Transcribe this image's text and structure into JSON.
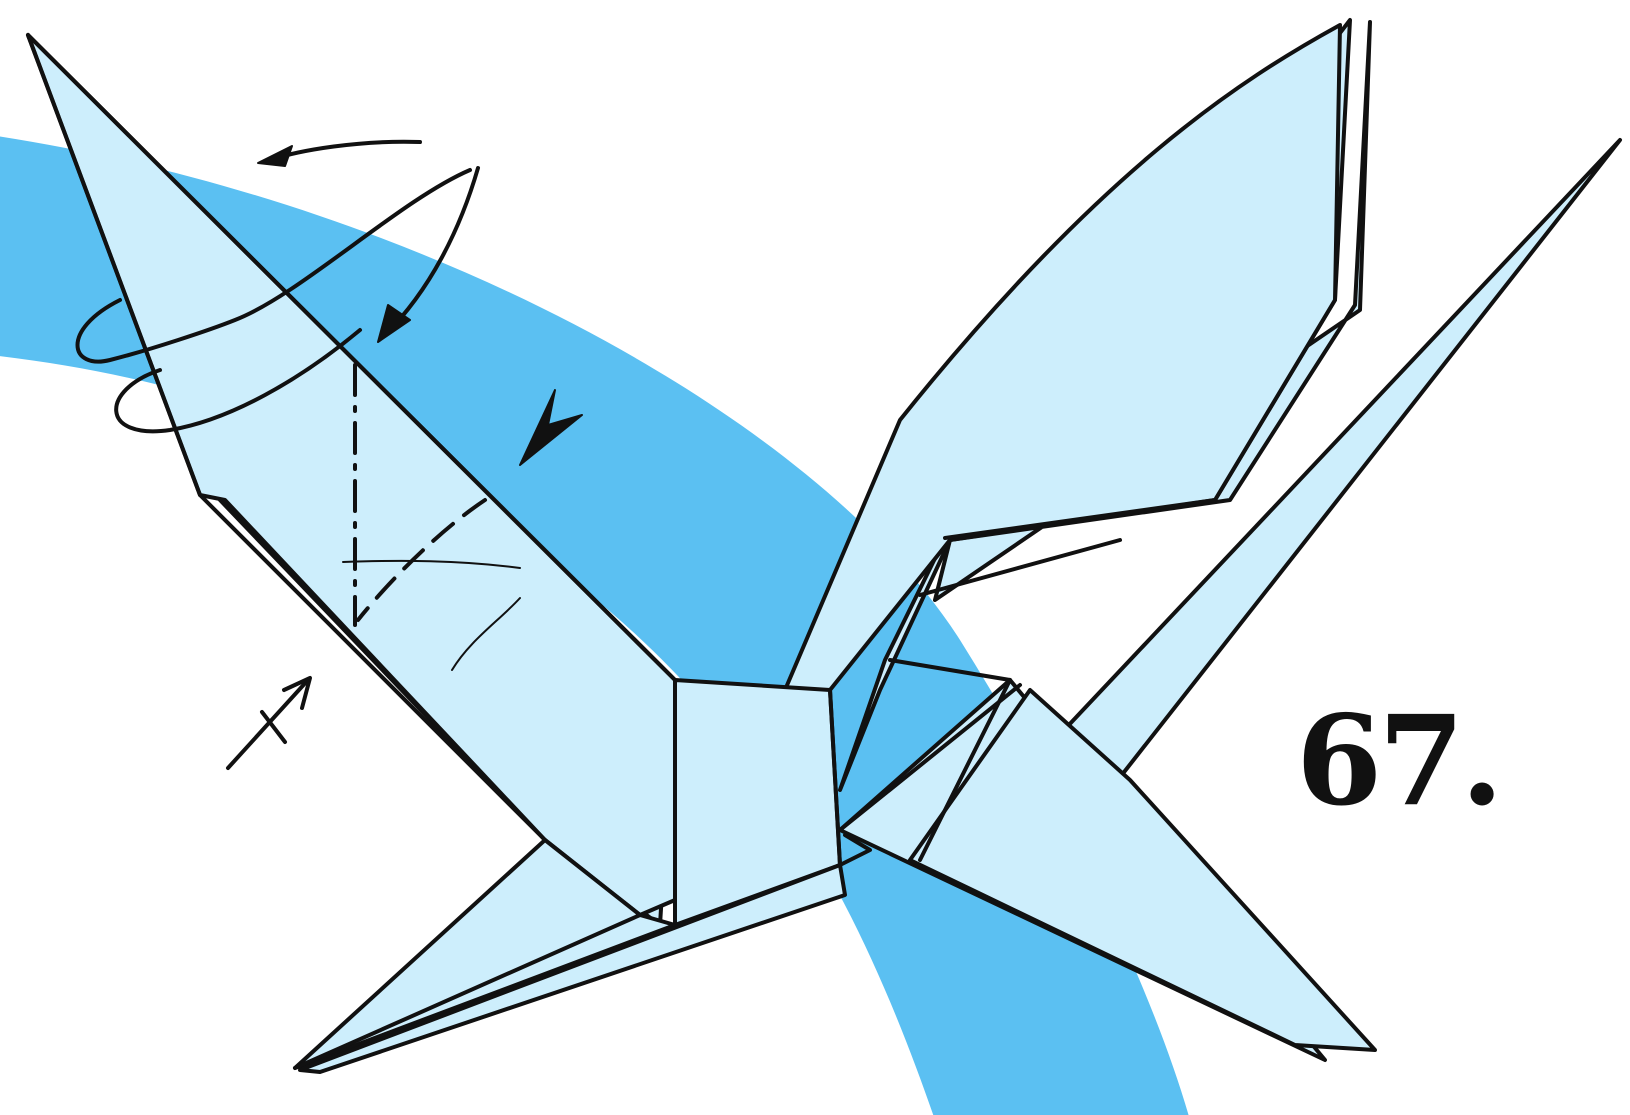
{
  "step": {
    "number": "67."
  },
  "colors": {
    "band": "#5bc0f2",
    "paper": "#cdeefc",
    "ink": "#111111",
    "background": "#ffffff"
  },
  "icons": [
    "curved-turn-over-arrow",
    "curved-fold-arrow",
    "push-arrow",
    "wrap-around-arrow",
    "repeat-arrow"
  ]
}
